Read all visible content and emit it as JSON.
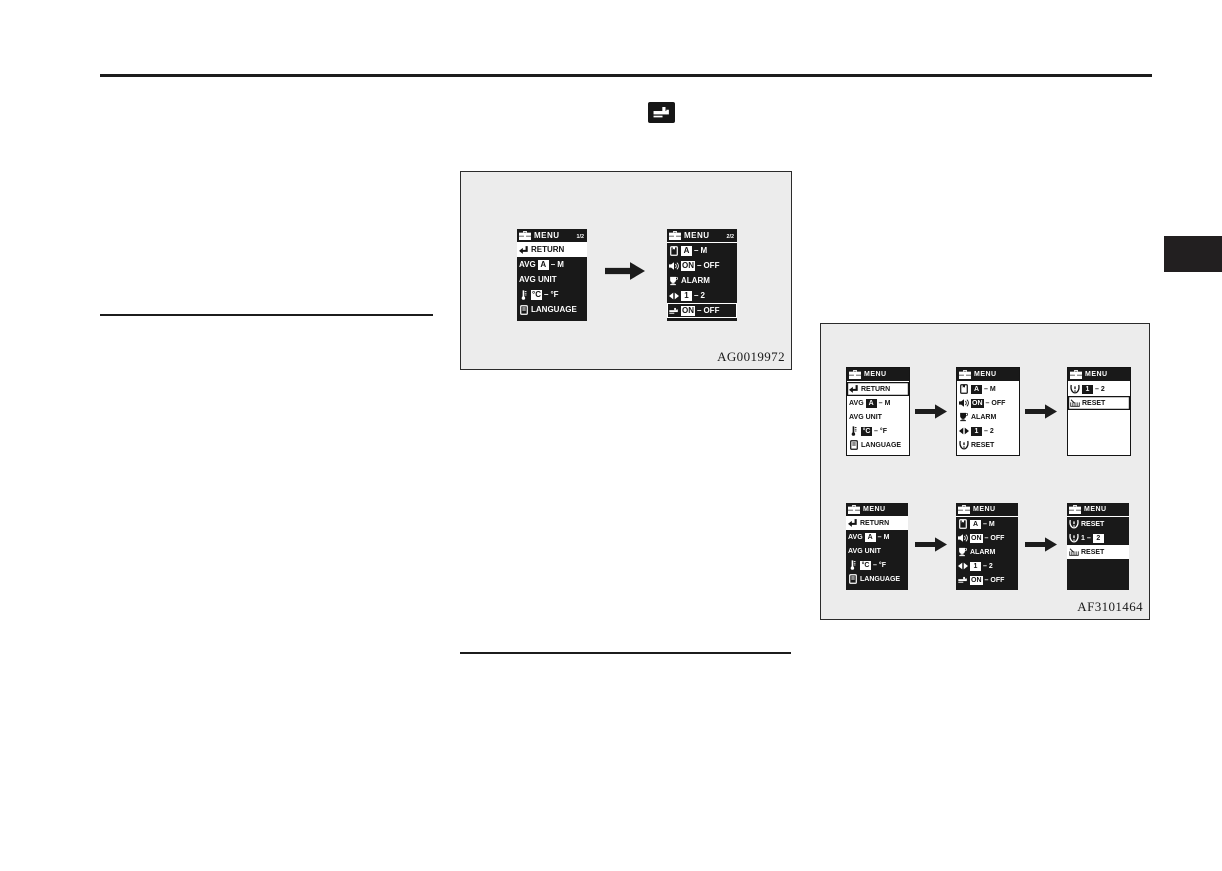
{
  "page": {
    "inline_icon": "fuel-nozzle-display-icon"
  },
  "figure1": {
    "code": "AG0019972",
    "screens": [
      {
        "name": "menu-page-1-dark",
        "theme": "dark",
        "header": {
          "icon": "toolbox-icon",
          "title": "MENU",
          "page": "1/2"
        },
        "divider": false,
        "rows": [
          {
            "selected": "invert",
            "parts": [
              {
                "icon": "return-arrow-icon"
              },
              {
                "text": "RETURN"
              }
            ]
          },
          {
            "selected": "none",
            "parts": [
              {
                "text": "AVG"
              },
              {
                "box": "A"
              },
              {
                "text": "–"
              },
              {
                "text": "M"
              }
            ]
          },
          {
            "selected": "none",
            "parts": [
              {
                "text": "AVG UNIT"
              }
            ]
          },
          {
            "selected": "none",
            "parts": [
              {
                "icon": "thermometer-icon"
              },
              {
                "box": "°C"
              },
              {
                "text": "–"
              },
              {
                "text": "°F"
              }
            ]
          },
          {
            "selected": "none",
            "parts": [
              {
                "icon": "language-book-icon"
              },
              {
                "text": "LANGUAGE"
              }
            ]
          }
        ]
      },
      {
        "name": "menu-page-2-dark",
        "theme": "dark",
        "header": {
          "icon": "toolbox-icon",
          "title": "MENU",
          "page": "2/2"
        },
        "divider": true,
        "rows": [
          {
            "selected": "none",
            "parts": [
              {
                "icon": "notebook-icon"
              },
              {
                "box": "A"
              },
              {
                "text": "–"
              },
              {
                "text": "M"
              }
            ]
          },
          {
            "selected": "none",
            "parts": [
              {
                "icon": "speaker-icon"
              },
              {
                "box": "ON"
              },
              {
                "text": "–"
              },
              {
                "text": "OFF"
              }
            ]
          },
          {
            "selected": "none",
            "parts": [
              {
                "icon": "cup-icon"
              },
              {
                "text": "ALARM"
              }
            ]
          },
          {
            "selected": "none",
            "parts": [
              {
                "icon": "double-arrow-icon"
              },
              {
                "box": "1"
              },
              {
                "text": "–"
              },
              {
                "text": "2"
              }
            ]
          },
          {
            "selected": "outline",
            "parts": [
              {
                "icon": "fuel-nozzle-icon"
              },
              {
                "box": "ON"
              },
              {
                "text": "–"
              },
              {
                "text": "OFF"
              }
            ]
          }
        ]
      }
    ]
  },
  "figure2": {
    "code": "AF3101464",
    "top_row": [
      {
        "name": "menu-page-1-light",
        "theme": "light",
        "header": {
          "icon": "toolbox-icon",
          "title": "MENU",
          "page": null
        },
        "divider": false,
        "rows": [
          {
            "selected": "outline",
            "parts": [
              {
                "icon": "return-arrow-icon"
              },
              {
                "text": "RETURN"
              }
            ]
          },
          {
            "selected": "none",
            "parts": [
              {
                "text": "AVG"
              },
              {
                "box": "A"
              },
              {
                "text": "–"
              },
              {
                "text": "M"
              }
            ]
          },
          {
            "selected": "none",
            "parts": [
              {
                "text": "AVG UNIT"
              }
            ]
          },
          {
            "selected": "none",
            "parts": [
              {
                "icon": "thermometer-icon"
              },
              {
                "box": "°C"
              },
              {
                "text": "–"
              },
              {
                "text": "°F"
              }
            ]
          },
          {
            "selected": "none",
            "parts": [
              {
                "icon": "language-book-icon"
              },
              {
                "text": "LANGUAGE"
              }
            ]
          }
        ]
      },
      {
        "name": "menu-page-2-light",
        "theme": "light",
        "header": {
          "icon": "toolbox-icon",
          "title": "MENU",
          "page": null
        },
        "divider": false,
        "rows": [
          {
            "selected": "none",
            "parts": [
              {
                "icon": "notebook-icon"
              },
              {
                "box": "A"
              },
              {
                "text": "–"
              },
              {
                "text": "M"
              }
            ]
          },
          {
            "selected": "none",
            "parts": [
              {
                "icon": "speaker-icon"
              },
              {
                "box": "ON"
              },
              {
                "text": "–"
              },
              {
                "text": "OFF"
              }
            ]
          },
          {
            "selected": "none",
            "parts": [
              {
                "icon": "cup-icon"
              },
              {
                "text": "ALARM"
              }
            ]
          },
          {
            "selected": "none",
            "parts": [
              {
                "icon": "double-arrow-icon"
              },
              {
                "box": "1"
              },
              {
                "text": "–"
              },
              {
                "text": "2"
              }
            ]
          },
          {
            "selected": "none",
            "parts": [
              {
                "icon": "tpms-icon"
              },
              {
                "text": "RESET"
              }
            ]
          }
        ]
      },
      {
        "name": "tpms-menu-light",
        "theme": "light",
        "header": {
          "icon": "toolbox-icon",
          "title": "MENU",
          "page": null
        },
        "divider": false,
        "rows": [
          {
            "selected": "none",
            "parts": [
              {
                "icon": "tpms-icon"
              },
              {
                "box": "1"
              },
              {
                "text": "–"
              },
              {
                "text": "2"
              }
            ]
          },
          {
            "selected": "outline",
            "parts": [
              {
                "icon": "gauge-icon"
              },
              {
                "text": "RESET"
              }
            ]
          }
        ]
      }
    ],
    "bottom_row": [
      {
        "name": "menu-page-1-dark",
        "theme": "dark",
        "header": {
          "icon": "toolbox-icon",
          "title": "MENU",
          "page": null
        },
        "divider": false,
        "rows": [
          {
            "selected": "invert",
            "parts": [
              {
                "icon": "return-arrow-icon"
              },
              {
                "text": "RETURN"
              }
            ]
          },
          {
            "selected": "none",
            "parts": [
              {
                "text": "AVG"
              },
              {
                "box": "A"
              },
              {
                "text": "–"
              },
              {
                "text": "M"
              }
            ]
          },
          {
            "selected": "none",
            "parts": [
              {
                "text": "AVG UNIT"
              }
            ]
          },
          {
            "selected": "none",
            "parts": [
              {
                "icon": "thermometer-icon"
              },
              {
                "box": "°C"
              },
              {
                "text": "–"
              },
              {
                "text": "°F"
              }
            ]
          },
          {
            "selected": "none",
            "parts": [
              {
                "icon": "language-book-icon"
              },
              {
                "text": "LANGUAGE"
              }
            ]
          }
        ]
      },
      {
        "name": "menu-page-2-dark",
        "theme": "dark",
        "header": {
          "icon": "toolbox-icon",
          "title": "MENU",
          "page": null
        },
        "divider": true,
        "rows": [
          {
            "selected": "none",
            "parts": [
              {
                "icon": "notebook-icon"
              },
              {
                "box": "A"
              },
              {
                "text": "–"
              },
              {
                "text": "M"
              }
            ]
          },
          {
            "selected": "none",
            "parts": [
              {
                "icon": "speaker-icon"
              },
              {
                "box": "ON"
              },
              {
                "text": "–"
              },
              {
                "text": "OFF"
              }
            ]
          },
          {
            "selected": "none",
            "parts": [
              {
                "icon": "cup-icon"
              },
              {
                "text": "ALARM"
              }
            ]
          },
          {
            "selected": "none",
            "parts": [
              {
                "icon": "double-arrow-icon"
              },
              {
                "box": "1"
              },
              {
                "text": "–"
              },
              {
                "text": "2"
              }
            ]
          },
          {
            "selected": "none",
            "parts": [
              {
                "icon": "fuel-nozzle-icon"
              },
              {
                "box": "ON"
              },
              {
                "text": "–"
              },
              {
                "text": "OFF"
              }
            ]
          }
        ]
      },
      {
        "name": "tpms-menu-dark",
        "theme": "dark",
        "header": {
          "icon": "toolbox-icon",
          "title": "MENU",
          "page": null
        },
        "divider": true,
        "rows": [
          {
            "selected": "none",
            "parts": [
              {
                "icon": "tpms-icon"
              },
              {
                "text": "RESET"
              }
            ]
          },
          {
            "selected": "none",
            "parts": [
              {
                "icon": "tpms-icon"
              },
              {
                "text": "1"
              },
              {
                "text": "–"
              },
              {
                "box": "2"
              }
            ]
          },
          {
            "selected": "invert",
            "parts": [
              {
                "icon": "gauge-icon"
              },
              {
                "text": "RESET"
              }
            ]
          }
        ]
      }
    ]
  }
}
